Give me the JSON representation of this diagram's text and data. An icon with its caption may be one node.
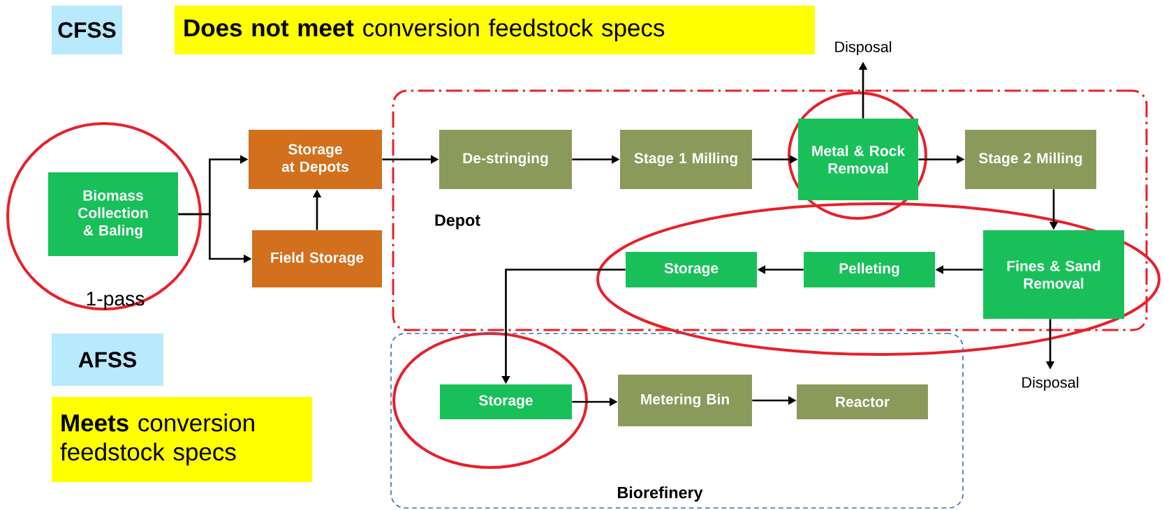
{
  "diagram": {
    "nodes": [
      {
        "text": [
          "CFSS"
        ]
      },
      {
        "text": [
          "**Does not meet** conversion feedstock specs"
        ]
      },
      {
        "text": [
          "Disposal"
        ]
      },
      {
        "text": [
          "Depot"
        ]
      },
      {
        "text": [
          "Biomass Collection & Baling"
        ]
      },
      {
        "text": [
          "Storage at Depots"
        ]
      },
      {
        "text": [
          "Field Storage"
        ]
      },
      {
        "text": [
          "De-stringing"
        ],
        "in": 3
      },
      {
        "text": [
          "Stage 1 Milling"
        ],
        "in": 3
      },
      {
        "text": [
          "Metal & Rock Removal"
        ],
        "in": 3
      },
      {
        "text": [
          "Stage 2 Milling"
        ],
        "in": 3
      },
      {
        "text": [
          "Fines & Sand Removal"
        ],
        "in": 3
      },
      {
        "text": [
          "Pelleting"
        ],
        "in": 3
      },
      {
        "text": [
          "Storage"
        ],
        "in": 3
      },
      {
        "text": [
          "Disposal"
        ]
      },
      {
        "text": [
          "AFSS"
        ]
      },
      {
        "text": [
          "Biorefinery"
        ]
      },
      {
        "text": [
          "Storage"
        ],
        "in": 16
      },
      {
        "text": [
          "Metering Bin"
        ],
        "in": 16
      },
      {
        "text": [
          "Reactor"
        ],
        "in": 16
      },
      {
        "text": [
          "**Meets** conversion feedstock specs"
        ]
      }
    ],
    "edges": [
      {
        "from": 4,
        "to": 5,
        "arrow": "to"
      },
      {
        "from": 4,
        "to": 6,
        "arrow": "to"
      },
      {
        "from": 6,
        "to": 5,
        "arrow": "to"
      },
      {
        "from": 5,
        "to": 7,
        "arrow": "to"
      },
      {
        "from": 7,
        "to": 8,
        "arrow": "to"
      },
      {
        "from": 8,
        "to": 9,
        "arrow": "to"
      },
      {
        "from": 9,
        "to": 2,
        "arrow": "to"
      },
      {
        "from": 9,
        "to": 10,
        "arrow": "to"
      },
      {
        "from": 10,
        "to": 11,
        "arrow": "to"
      },
      {
        "from": 11,
        "to": 14,
        "arrow": "to"
      },
      {
        "from": 11,
        "to": 12,
        "arrow": "to"
      },
      {
        "from": 12,
        "to": 13,
        "arrow": "to"
      },
      {
        "from": 13,
        "to": 17,
        "arrow": "to"
      },
      {
        "from": 17,
        "to": 18,
        "arrow": "to"
      },
      {
        "from": 18,
        "to": 19,
        "arrow": "to"
      }
    ],
    "labels": [
      "1-pass"
    ]
  }
}
